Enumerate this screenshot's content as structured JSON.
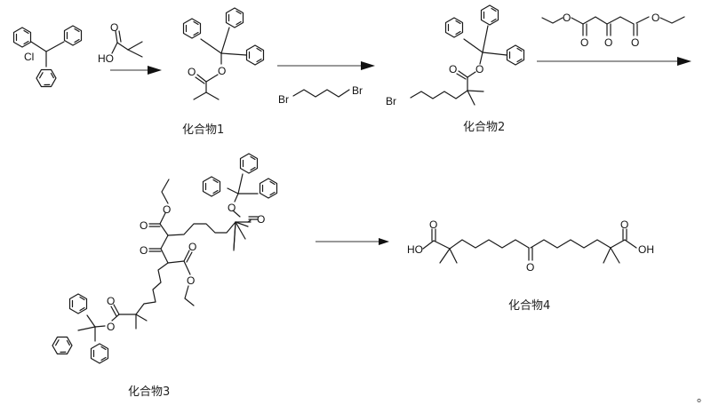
{
  "diagram": {
    "type": "chemical-reaction-scheme",
    "background": "#ffffff",
    "line_color": "#1a1a1a",
    "compounds": [
      {
        "id": "trityl_chloride",
        "label": "",
        "atoms": [
          "Cl"
        ],
        "description": "triphenylmethyl chloride"
      },
      {
        "id": "compound1",
        "label": "化合物1",
        "atoms": [
          "O",
          "O"
        ],
        "description": "trityl isobutyrate"
      },
      {
        "id": "compound2",
        "label": "化合物2",
        "atoms": [
          "O",
          "O",
          "Br"
        ],
        "description": "trityl 7-bromo-2,2-dimethylheptanoate"
      },
      {
        "id": "compound3",
        "label": "化合物3",
        "atoms": [
          "O",
          "O",
          "O",
          "O",
          "O",
          "O",
          "O",
          "O",
          "O"
        ],
        "description": "bis-alkylated diethyl acetonedicarboxylate with trityl esters"
      },
      {
        "id": "compound4",
        "label": "化合物4",
        "atoms": [
          "HO",
          "O",
          "O",
          "O",
          "OH"
        ],
        "description": "2,2,14,14-tetramethyl-8-oxopentadecanedioic acid"
      }
    ],
    "reagents": [
      {
        "id": "isobutyric_acid",
        "step": 1,
        "atoms": [
          "HO",
          "O"
        ],
        "position": "above-arrow"
      },
      {
        "id": "dibromobutane",
        "step": 2,
        "atoms": [
          "Br",
          "Br"
        ],
        "position": "below-arrow"
      },
      {
        "id": "diethyl_acetonedicarboxylate",
        "step": 3,
        "atoms": [
          "O",
          "O",
          "O",
          "O",
          "O"
        ],
        "position": "above-arrow"
      }
    ],
    "arrows": [
      {
        "from": "trityl_chloride",
        "to": "compound1"
      },
      {
        "from": "compound1",
        "to": "compound2"
      },
      {
        "from": "compound2",
        "to": "compound3"
      },
      {
        "from": "compound3",
        "to": "compound4"
      }
    ],
    "trailing_mark": "。"
  },
  "labels": {
    "c1": "化合物1",
    "c2": "化合物2",
    "c3": "化合物3",
    "c4": "化合物4",
    "cl": "Cl",
    "ho": "HO",
    "oh": "OH",
    "o": "O",
    "br": "Br",
    "period": "。"
  }
}
